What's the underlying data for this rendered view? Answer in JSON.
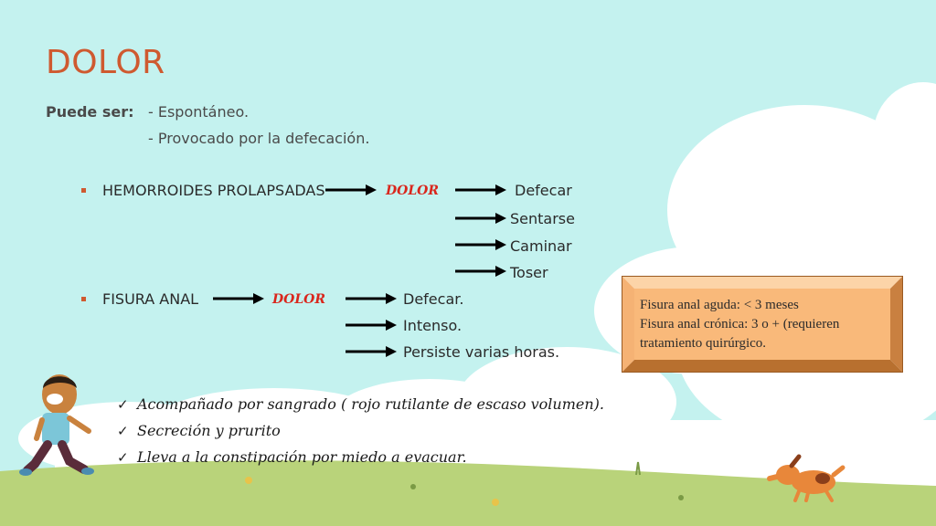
{
  "title": "DOLOR",
  "intro": {
    "label": "Puede ser:",
    "items": [
      "- Espontáneo.",
      "- Provocado por la defecación."
    ]
  },
  "hemorroides": {
    "label": "HEMORROIDES PROLAPSADAS",
    "pain_word": "DOLOR",
    "effects": [
      "Defecar",
      "Sentarse",
      "Caminar",
      "Toser"
    ]
  },
  "fisura": {
    "label": "FISURA ANAL",
    "pain_word": "DOLOR",
    "effects": [
      "Defecar.",
      "Intenso.",
      "Persiste varias horas."
    ]
  },
  "checklist": [
    "Acompañado por sangrado ( rojo rutilante de escaso volumen).",
    "Secreción y prurito",
    " Lleva a la constipación por miedo a evacuar."
  ],
  "note": {
    "lines": [
      "Fisura anal aguda: < 3 meses",
      "Fisura anal crónica: 3 o + (requieren",
      "tratamiento quirúrgico."
    ]
  },
  "colors": {
    "background": "#c4f2ef",
    "title": "#cf5a30",
    "pain_word": "#d9261c",
    "note_fill": "#f9b97a",
    "grass": "#b9d37a"
  }
}
